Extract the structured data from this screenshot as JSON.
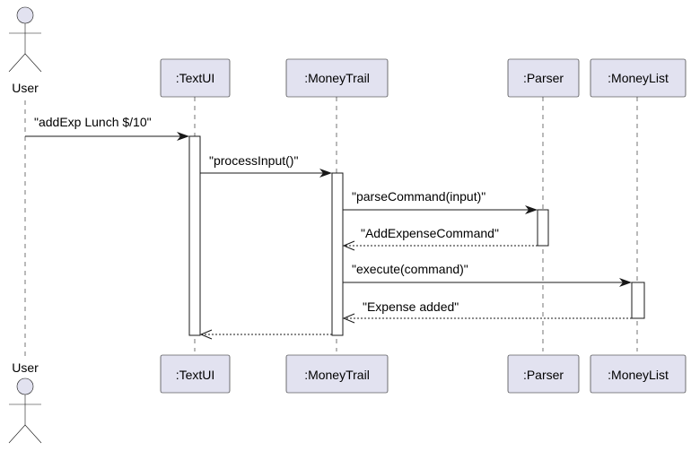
{
  "actor": {
    "top_label": "User",
    "bottom_label": "User"
  },
  "participants": [
    {
      "id": "textui",
      "label": ":TextUI"
    },
    {
      "id": "moneytrail",
      "label": ":MoneyTrail"
    },
    {
      "id": "parser",
      "label": ":Parser"
    },
    {
      "id": "moneylist",
      "label": ":MoneyList"
    }
  ],
  "messages": [
    {
      "label": "\"addExp Lunch $/10\"",
      "from": "User",
      "to": ":TextUI",
      "kind": "sync"
    },
    {
      "label": "\"processInput()\"",
      "from": ":TextUI",
      "to": ":MoneyTrail",
      "kind": "sync"
    },
    {
      "label": "\"parseCommand(input)\"",
      "from": ":MoneyTrail",
      "to": ":Parser",
      "kind": "sync"
    },
    {
      "label": "\"AddExpenseCommand\"",
      "from": ":Parser",
      "to": ":MoneyTrail",
      "kind": "return"
    },
    {
      "label": "\"execute(command)\"",
      "from": ":MoneyTrail",
      "to": ":MoneyList",
      "kind": "sync"
    },
    {
      "label": "\"Expense added\"",
      "from": ":MoneyList",
      "to": ":MoneyTrail",
      "kind": "return"
    },
    {
      "label": "",
      "from": ":MoneyTrail",
      "to": ":TextUI",
      "kind": "return"
    }
  ]
}
